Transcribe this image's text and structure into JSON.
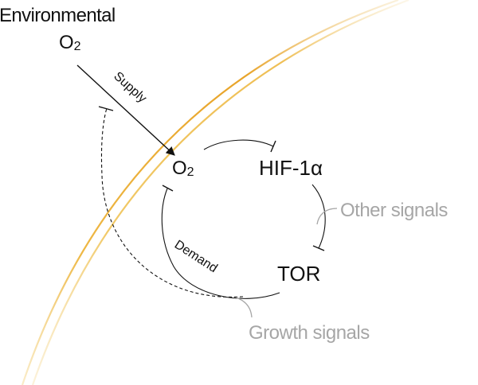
{
  "labels": {
    "environmental": "Environmental",
    "env_o2": "O",
    "env_o2_sub": "2",
    "supply": "Supply",
    "o2": "O",
    "o2_sub": "2",
    "hif": "HIF-1α",
    "other_signals": "Other signals",
    "tor": "TOR",
    "demand": "Demand",
    "growth_signals": "Growth signals"
  },
  "colors": {
    "membrane_outer": "#e9a62a",
    "membrane_inner": "#f2c766",
    "text": "#111111",
    "muted_text": "#a6a6a6",
    "arrow": "#111111"
  }
}
